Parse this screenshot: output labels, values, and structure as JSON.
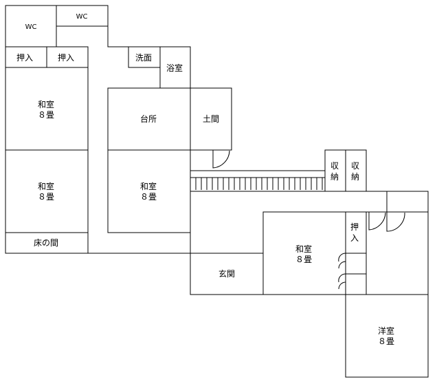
{
  "rooms": {
    "wc_left": "WC",
    "wc_top": "WC",
    "oshiire_left": "押入",
    "oshiire_right": "押入",
    "washroom": "洗面",
    "bath": "浴室",
    "washitsu_upper": [
      "和室",
      "８畳"
    ],
    "washitsu_lower": [
      "和室",
      "８畳"
    ],
    "tokonoma": "床の間",
    "kitchen": "台所",
    "doma": "土間",
    "washitsu_center": [
      "和室",
      "８畳"
    ],
    "storage_1": [
      "収",
      "納"
    ],
    "storage_2": [
      "収",
      "納"
    ],
    "oshiire_east": [
      "押",
      "入"
    ],
    "washitsu_east": [
      "和室",
      "８畳"
    ],
    "entrance": "玄関",
    "yoshitsu": [
      "洋室",
      "８畳"
    ]
  }
}
